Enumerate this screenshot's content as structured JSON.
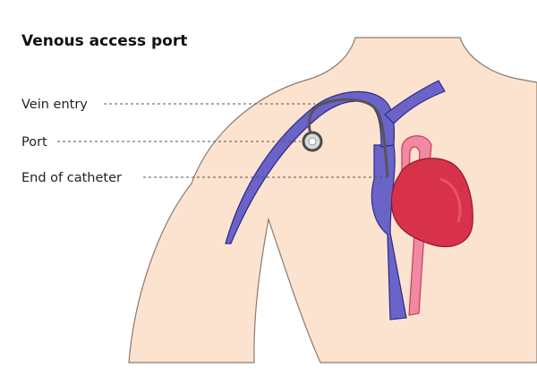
{
  "diagram": {
    "title": "Venous access port",
    "labels": {
      "vein_entry": "Vein entry",
      "port": "Port",
      "catheter_end": "End of catheter"
    }
  },
  "colors": {
    "skin": "#fce3cf",
    "skin_outline": "#8a7a70",
    "vein": "#6a63c8",
    "vein_outline": "#2f2a8c",
    "artery": "#f08aa3",
    "artery_outline": "#c83a5c",
    "heart": "#d8324a",
    "heart_outline": "#8e1a2a",
    "catheter": "#555555",
    "port": "#d9d9d9"
  }
}
